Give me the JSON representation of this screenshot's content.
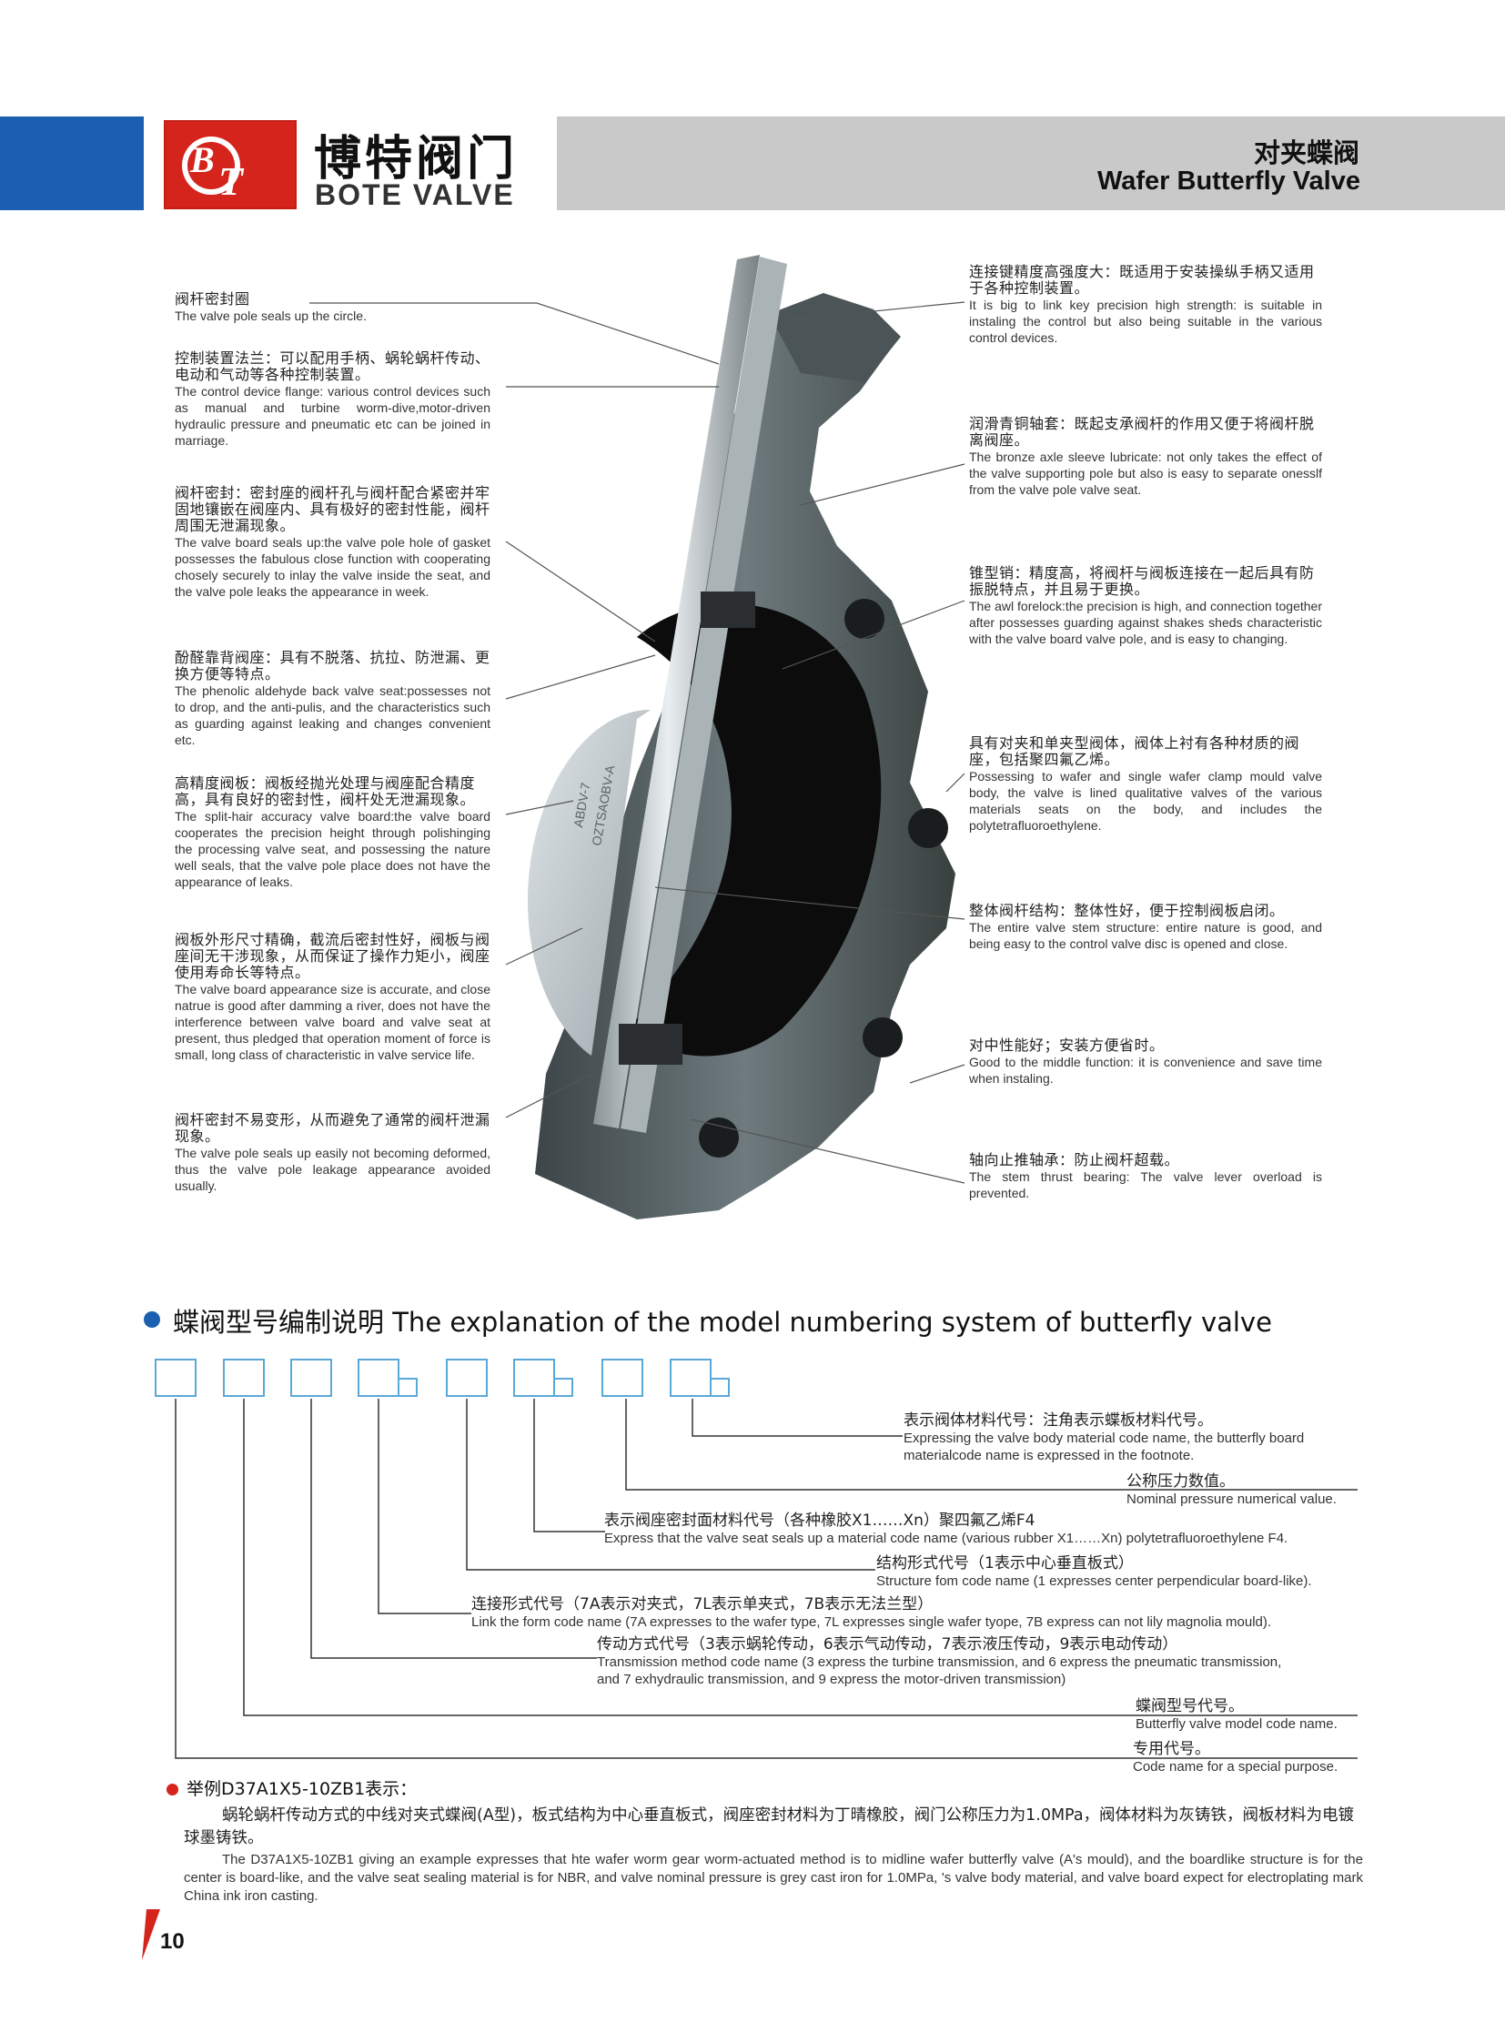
{
  "header": {
    "logo_letters": "BT",
    "brand_cn": "博特阀门",
    "brand_en": "BOTE VALVE",
    "title_cn": "对夹蝶阀",
    "title_en": "Wafer Butterfly Valve"
  },
  "left_notes": [
    {
      "cn": "阀杆密封圈",
      "en": "The valve pole seals up the circle."
    },
    {
      "cn": "控制装置法兰：可以配用手柄、蜗轮蜗杆传动、电动和气动等各种控制装置。",
      "en": "The control device flange: various control devices such as manual and turbine worm-dive,motor-driven hydraulic pressure and pneumatic etc can be joined in marriage."
    },
    {
      "cn": "阀杆密封：密封座的阀杆孔与阀杆配合紧密并牢固地镶嵌在阀座内、具有极好的密封性能，阀杆周围无泄漏现象。",
      "en": "The valve board seals up:the valve pole hole of gasket possesses the fabulous close function with cooperating chosely securely to inlay the valve inside the seat, and the valve pole leaks the appearance in week."
    },
    {
      "cn": "酚醛靠背阀座：具有不脱落、抗拉、防泄漏、更换方便等特点。",
      "en": "The phenolic aldehyde back valve seat:possesses not to drop, and the anti-pulis, and the characteristics such as guarding against leaking and changes convenient etc."
    },
    {
      "cn": "高精度阀板：阀板经抛光处理与阀座配合精度高，具有良好的密封性，阀杆处无泄漏现象。",
      "en": "The split-hair accuracy valve board:the valve board cooperates the precision height through polishinging the processing valve seat, and possessing the nature well seals, that the valve pole place does not have the appearance of leaks."
    },
    {
      "cn": "阀板外形尺寸精确，截流后密封性好，阀板与阀座间无干涉现象，从而保证了操作力矩小，阀座使用寿命长等特点。",
      "en": "The valve board appearance size is accurate, and close natrue is good after damming a river, does not have the interference between valve board and valve seat at present, thus pledged that operation moment of force is small, long class of characteristic in valve service life."
    },
    {
      "cn": "阀杆密封不易变形，从而避免了通常的阀杆泄漏现象。",
      "en": "The valve pole seals up easily not becoming deformed, thus the valve pole leakage appearance avoided usually."
    }
  ],
  "right_notes": [
    {
      "cn": "连接键精度高强度大：既适用于安装操纵手柄又适用于各种控制装置。",
      "en": "It is big to link key precision high strength: is suitable in instaling the control but also being suitable in the various control devices."
    },
    {
      "cn": "润滑青铜轴套：既起支承阀杆的作用又便于将阀杆脱离阀座。",
      "en": "The bronze axle sleeve lubricate: not only takes the effect of the valve supporting pole but also is easy to separate onesslf from the valve pole valve seat."
    },
    {
      "cn": "锥型销：精度高，将阀杆与阀板连接在一起后具有防振脱特点，并且易于更换。",
      "en": "The awl forelock:the precision is high, and connection together after possesses guarding against shakes sheds characteristic with the valve board valve pole, and is easy to changing."
    },
    {
      "cn": "具有对夹和单夹型阀体，阀体上衬有各种材质的阀座，包括聚四氟乙烯。",
      "en": "Possessing to wafer and single wafer clamp mould valve body, the valve is lined qualitative valves of the various materials seats on the body, and includes the polytetrafluoroethylene."
    },
    {
      "cn": "整体阀杆结构：整体性好，便于控制阀板启闭。",
      "en": "The entire valve stem structure: entire nature is good, and being easy to the control valve disc is opened and close."
    },
    {
      "cn": "对中性能好；安装方便省时。",
      "en": "Good to the middle function: it is convenience and save time when instaling."
    },
    {
      "cn": "轴向止推轴承：防止阀杆超载。",
      "en": "The stem thrust bearing: The valve lever overload is prevented."
    }
  ],
  "valve_disc_marking": "ABDV-7\nOZTSAOBV-A",
  "section": {
    "title": "蝶阀型号编制说明 The explanation of the model numbering system of butterfly valve"
  },
  "code_labels": [
    {
      "cn": "表示阀体材料代号：注角表示蝶板材料代号。",
      "en": "Expressing the valve body material code name, the butterfly board\nmaterialcode name is expressed in the footnote."
    },
    {
      "cn": "公称压力数值。",
      "en": "Nominal pressure numerical value."
    },
    {
      "cn": "表示阀座密封面材料代号（各种橡胶X1……Xn）聚四氟乙烯F4",
      "en": "Express that the valve seat seals up a material code name (various rubber X1……Xn) polytetrafluoroethylene F4."
    },
    {
      "cn": "结构形式代号（1表示中心垂直板式）",
      "en": "Structure fom code name (1 expresses center perpendicular board-like)."
    },
    {
      "cn": "连接形式代号（7A表示对夹式，7L表示单夹式，7B表示无法兰型）",
      "en": "Link the form code name (7A expresses to the wafer type, 7L expresses single wafer tyope, 7B express can not lily magnolia mould)."
    },
    {
      "cn": "传动方式代号（3表示蜗轮传动，6表示气动传动，7表示液压传动，9表示电动传动）",
      "en": "Transmission method code name (3 express the turbine transmission, and 6 express the pneumatic transmission,\nand 7 exhydraulic  transmission, and 9 express the motor-driven transmission)"
    },
    {
      "cn": "蝶阀型号代号。",
      "en": "Butterfly valve model code name."
    },
    {
      "cn": "专用代号。",
      "en": "Code name for a special purpose."
    }
  ],
  "example": {
    "title": "举例D37A1X5-10ZB1表示：",
    "cn": "蜗轮蜗杆传动方式的中线对夹式蝶阀(A型)，板式结构为中心垂直板式，阀座密封材料为丁晴橡胶，阀门公称压力为1.0MPa，阀体材料为灰铸铁，阀板材料为电镀球墨铸铁。",
    "en": "The D37A1X5-10ZB1 giving an example expresses that hte wafer worm gear worm-actuated method is to midline wafer butterfly valve (A's mould), and the boardlike structure is for the center is board-like, and the valve seat sealing material is for NBR, and valve nominal pressure is grey cast iron for 1.0MPa, 's valve body material, and valve board expect for electroplating mark China ink iron casting."
  },
  "page_number": "10",
  "colors": {
    "brand_blue": "#1a5fb0",
    "brand_red": "#d4241c",
    "header_gray": "#c9c9c9",
    "box_border": "#5aa8d8"
  }
}
